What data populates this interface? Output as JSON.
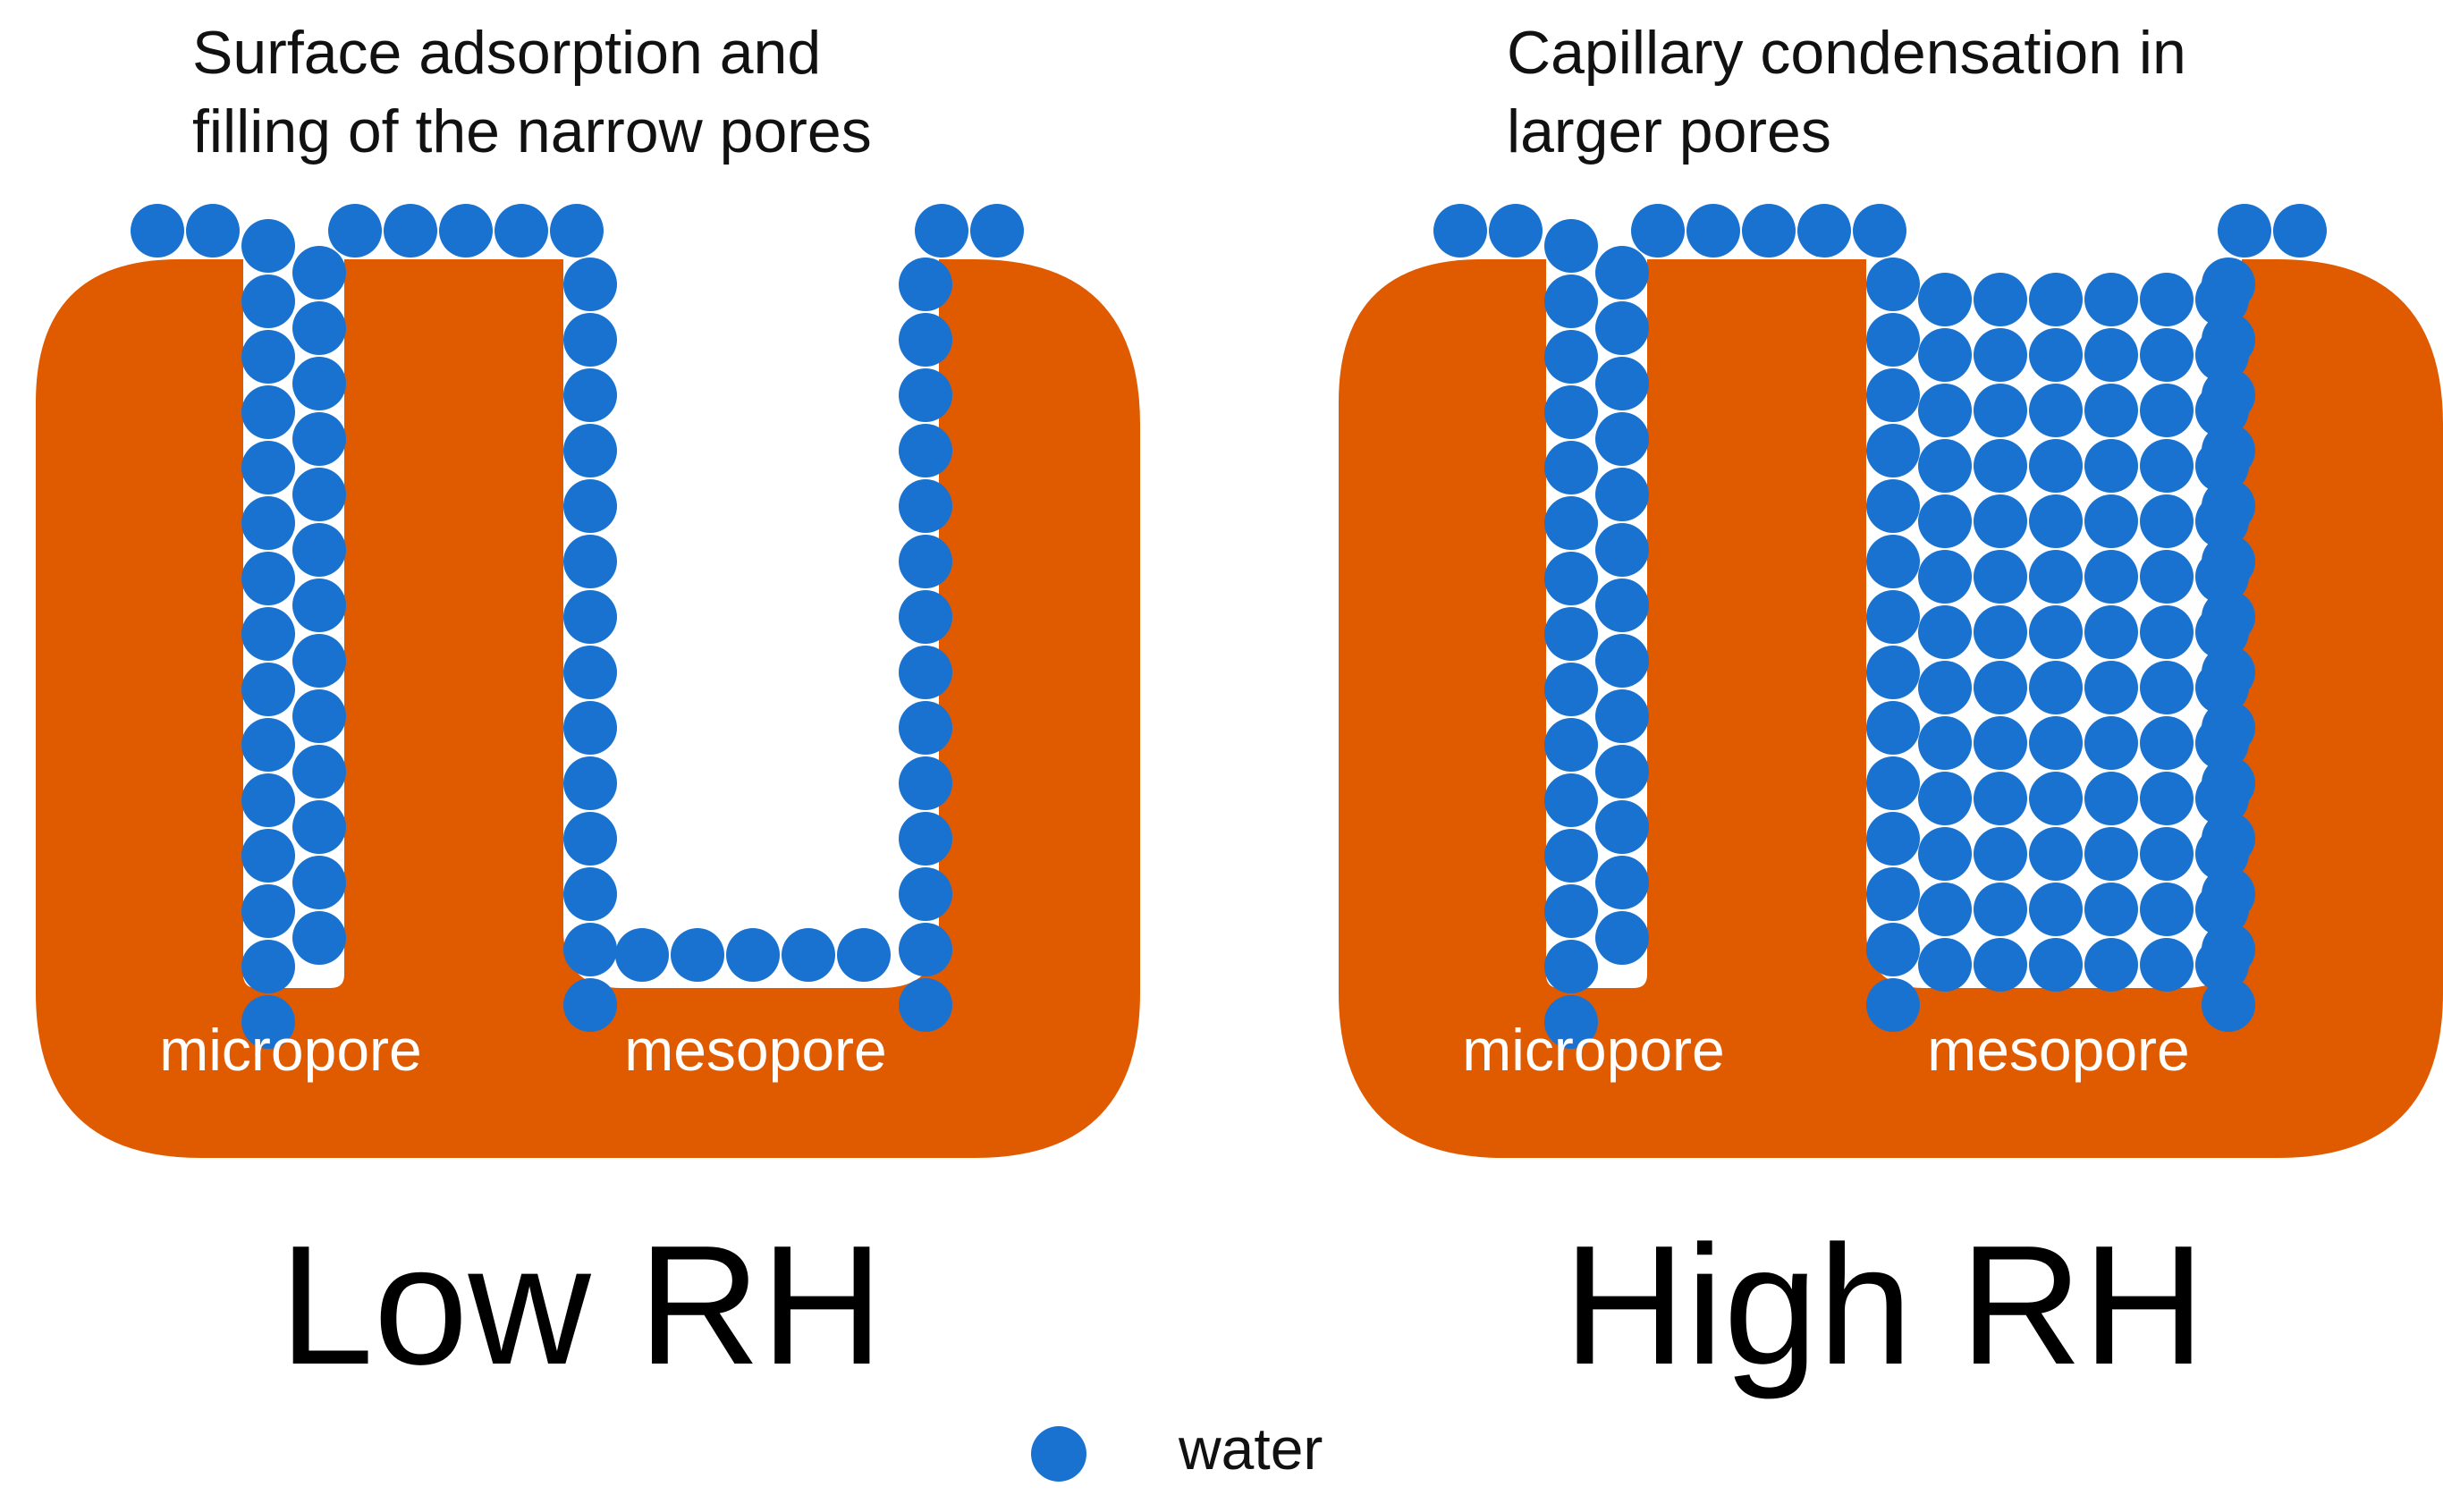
{
  "colors": {
    "substrate": "#e05a00",
    "water": "#1a72d0",
    "pore": "#ffffff",
    "text": "#111111",
    "label": "#ffffff"
  },
  "left": {
    "caption_line1": "Surface adsorption and",
    "caption_line2": "filling of the narrow pores",
    "micropore_label": "micropore",
    "mesopore_label": "mesopore",
    "condition": "Low RH"
  },
  "right": {
    "caption_line1": "Capillary condensation in",
    "caption_line2": "larger pores",
    "micropore_label": "micropore",
    "mesopore_label": "mesopore",
    "condition": "High RH"
  },
  "legend": {
    "icon": "water-molecule-icon",
    "label": "water"
  }
}
